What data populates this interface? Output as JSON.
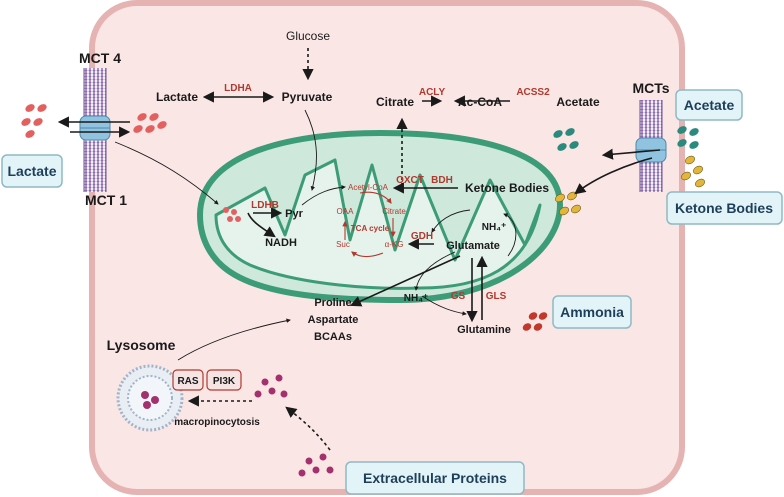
{
  "labels": {
    "glucose": "Glucose",
    "lactate_cyto": "Lactate",
    "pyruvate": "Pyruvate",
    "ldha": "LDHA",
    "citrate": "Citrate",
    "aclY": "ACLY",
    "ac_coa": "Ac-CoA",
    "acss2": "ACSS2",
    "acetate_cyto": "Acetate",
    "mct4": "MCT 4",
    "mct1": "MCT 1",
    "mcts": "MCTs",
    "ldhb": "LDHB",
    "pyr": "Pyr",
    "nadh": "NADH",
    "acetyl_coa": "Acetyl-CoA",
    "citrate_inner": "Citrate",
    "oaa": "OAA",
    "tca_cycle": "TCA cycle",
    "suc": "Suc",
    "akg": "α-KG",
    "oxct": "OXCT",
    "bdh": "BDH",
    "ketone_inner": "Ketone Bodies",
    "gdh": "GDH",
    "nh4_top": "NH₄⁺",
    "glutamate": "Glutamate",
    "nh4_low": "NH₄⁺",
    "gs": "GS",
    "gls": "GLS",
    "glutamine": "Glutamine",
    "proline": "Proline",
    "aspartate": "Aspartate",
    "bcaas": "BCAAs",
    "lysosome": "Lysosome",
    "ras": "RAS",
    "pi3k": "PI3K",
    "macropinocytosis": "macropinocytosis"
  },
  "boxes": {
    "lactate": "Lactate",
    "acetate": "Acetate",
    "ketone_bodies": "Ketone Bodies",
    "ammonia": "Ammonia",
    "extracellular_proteins": "Extracellular Proteins"
  },
  "colors": {
    "cell_fill": "#fbe6e6",
    "cell_border": "#e6b3b3",
    "mito_fill": "#cfe8dc",
    "mito_border": "#3d9c78",
    "lactate_particle": "#e36060",
    "acetate_particle": "#2b8a7e",
    "ketone_particle": "#e2b63a",
    "ammonia_particle": "#c0392b",
    "protein_particle": "#a3316e",
    "enzyme_text": "#b03a2e",
    "membrane_channel": "#8fc3e0"
  }
}
